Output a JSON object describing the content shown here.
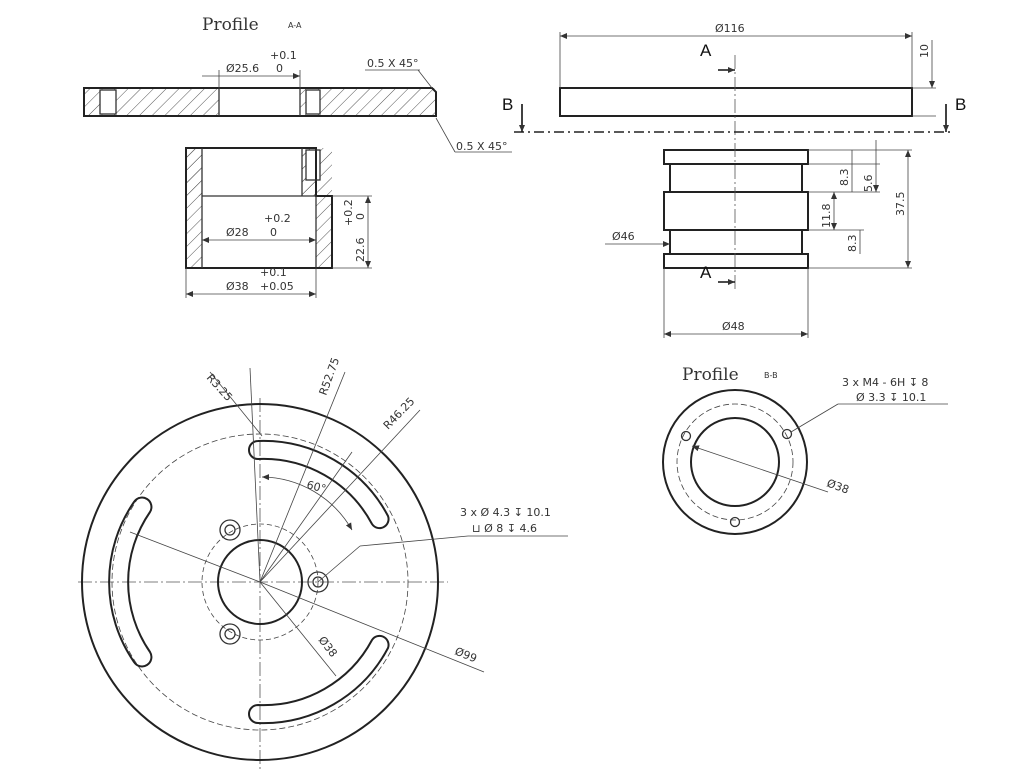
{
  "section_aa": {
    "title": "Profile",
    "tag": "A-A",
    "bore_top_dia": "Ø25.6",
    "bore_top_tol_upper": "+0.1",
    "bore_top_tol_lower": "0",
    "chamfer_1": "0.5 X 45°",
    "chamfer_2": "0.5 X 45°",
    "inner_dia": "Ø28",
    "inner_tol_upper": "+0.2",
    "inner_tol_lower": "0",
    "depth": "22.6",
    "depth_tol_upper": "+0.2",
    "depth_tol_lower": "0",
    "outer_dia": "Ø38",
    "outer_tol_upper": "+0.1",
    "outer_tol_lower": "+0.05"
  },
  "side_view": {
    "flange_dia": "Ø116",
    "flange_thk": "10",
    "section_a": "A",
    "section_b": "B",
    "groove_1": "8.3",
    "groove_2": "5.6",
    "height": "37.5",
    "band": "11.8",
    "groove_3": "8.3",
    "neck_dia": "Ø46",
    "body_dia": "Ø48"
  },
  "section_bb": {
    "title": "Profile",
    "tag": "B-B",
    "thread_note_1": "3 x M4 - 6H ↧ 8",
    "thread_note_2": "Ø 3.3 ↧ 10.1",
    "bore_dia": "Ø38"
  },
  "plan_view": {
    "r1": "R3.25",
    "r2": "R52.75",
    "r3": "R46.25",
    "angle": "60°",
    "hole_note_1": "3 x Ø 4.3 ↧ 10.1",
    "hole_note_2": "⊔ Ø 8 ↧ 4.6",
    "bore_dia": "Ø38",
    "outer_dia": "Ø99"
  }
}
